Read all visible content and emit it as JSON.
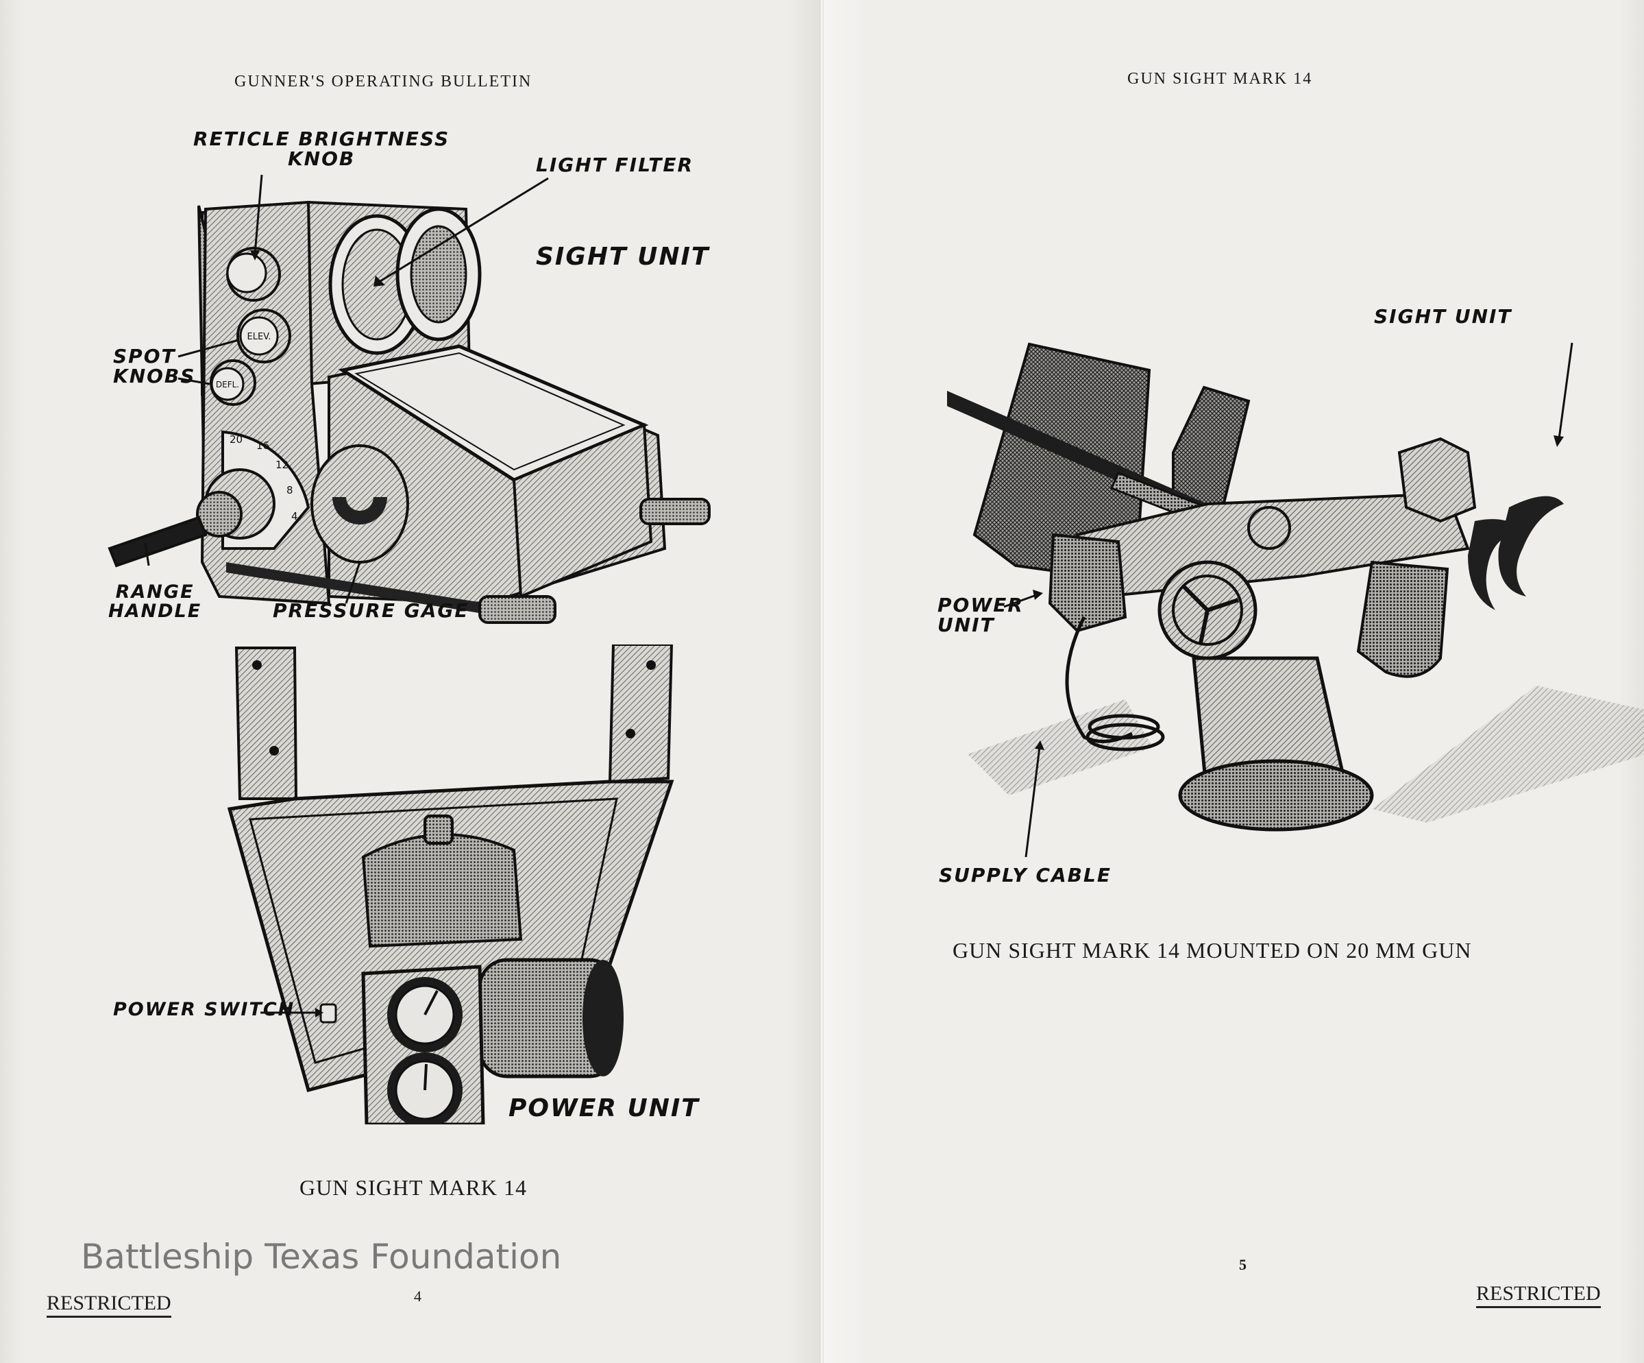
{
  "left_page": {
    "running_head": "GUNNER'S OPERATING BULLETIN",
    "figure_labels": {
      "reticle_brightness_knob": [
        "RETICLE BRIGHTNESS",
        "KNOB"
      ],
      "light_filter": "LIGHT FILTER",
      "sight_unit": "SIGHT UNIT",
      "spot_knobs": [
        "SPOT",
        "KNOBS"
      ],
      "range_handle": [
        "RANGE",
        "HANDLE"
      ],
      "pressure_gage": "PRESSURE GAGE",
      "power_switch": "POWER SWITCH",
      "power_unit": "POWER UNIT"
    },
    "knob_markings": {
      "elevation": "ELEV.",
      "deflection": "DEFL."
    },
    "range_dial_marks": [
      "20",
      "16",
      "12",
      "8",
      "4"
    ],
    "caption": "GUN SIGHT MARK 14",
    "page_number": "4",
    "classification": "RESTRICTED"
  },
  "right_page": {
    "running_head": "GUN SIGHT MARK 14",
    "figure_labels": {
      "sight_unit": "SIGHT UNIT",
      "power_unit": [
        "POWER",
        "UNIT"
      ],
      "supply_cable": "SUPPLY CABLE"
    },
    "caption": "GUN SIGHT MARK 14 MOUNTED ON 20 MM GUN",
    "page_number": "5",
    "classification": "RESTRICTED"
  },
  "watermark": "Battleship Texas Foundation",
  "colors": {
    "paper": "#eeede9",
    "ink": "#111111",
    "watermark": "#646464"
  }
}
